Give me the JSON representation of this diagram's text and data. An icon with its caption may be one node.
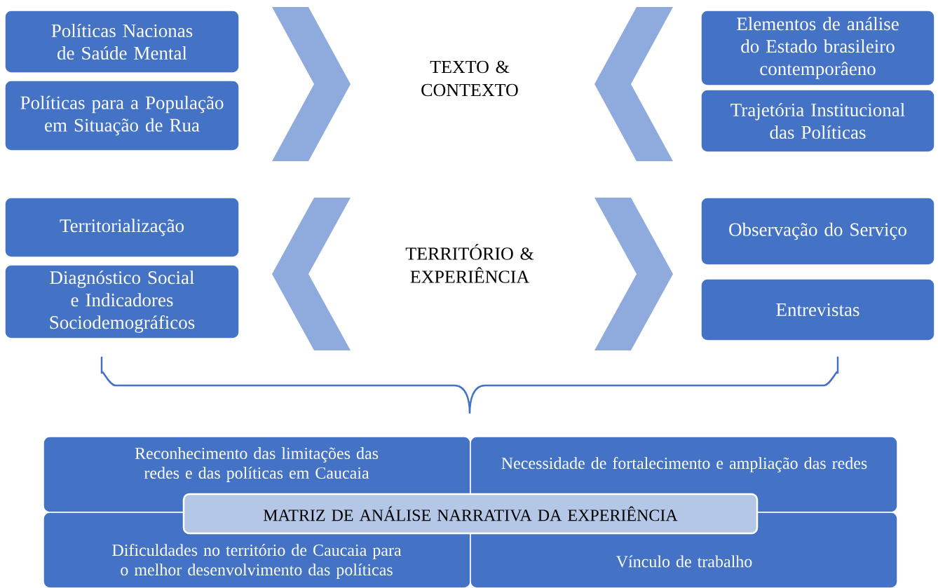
{
  "diagram": {
    "nodes": [
      {
        "text": [
          "Políticas Nacionas de Saúde Mental"
        ]
      },
      {
        "text": [
          "Políticas para a População em Situação de Rua"
        ]
      },
      {
        "text": [
          "TEXTO & CONTEXTO"
        ]
      },
      {
        "text": [
          "Elementos de análise do Estado brasileiro contemporâeno"
        ]
      },
      {
        "text": [
          "Trajetória Institucional das Políticas"
        ]
      },
      {
        "text": [
          "Territorialização"
        ]
      },
      {
        "text": [
          "Diagnóstico Social e Indicadores Sociodemográficos"
        ]
      },
      {
        "text": [
          "TERRITÓRIO & EXPERIÊNCIA"
        ]
      },
      {
        "text": [
          "Observação do Serviço"
        ]
      },
      {
        "text": [
          "Entrevistas"
        ]
      },
      {
        "text": [
          "Reconhecimento das limitações das redes e das políticas em Caucaia"
        ]
      },
      {
        "text": [
          "Necessidade de fortalecimento e ampliação das redes"
        ]
      },
      {
        "text": [
          "MATRIZ DE ANÁLISE NARRATIVA DA EXPERIÊNCIA"
        ]
      },
      {
        "text": [
          "Dificuldades no território de Caucaia para o melhor desenvolvimento das políticas"
        ]
      },
      {
        "text": [
          "Vínculo de trabalho"
        ]
      }
    ],
    "edges": [
      {
        "from": 0,
        "to": 2,
        "arrow": "to"
      },
      {
        "from": 1,
        "to": 2,
        "arrow": "to"
      },
      {
        "from": 3,
        "to": 2,
        "arrow": "to"
      },
      {
        "from": 4,
        "to": 2,
        "arrow": "to"
      },
      {
        "from": 7,
        "to": 5,
        "arrow": "to"
      },
      {
        "from": 7,
        "to": 6,
        "arrow": "to"
      },
      {
        "from": 7,
        "to": 8,
        "arrow": "to"
      },
      {
        "from": 7,
        "to": 9,
        "arrow": "to"
      }
    ]
  }
}
